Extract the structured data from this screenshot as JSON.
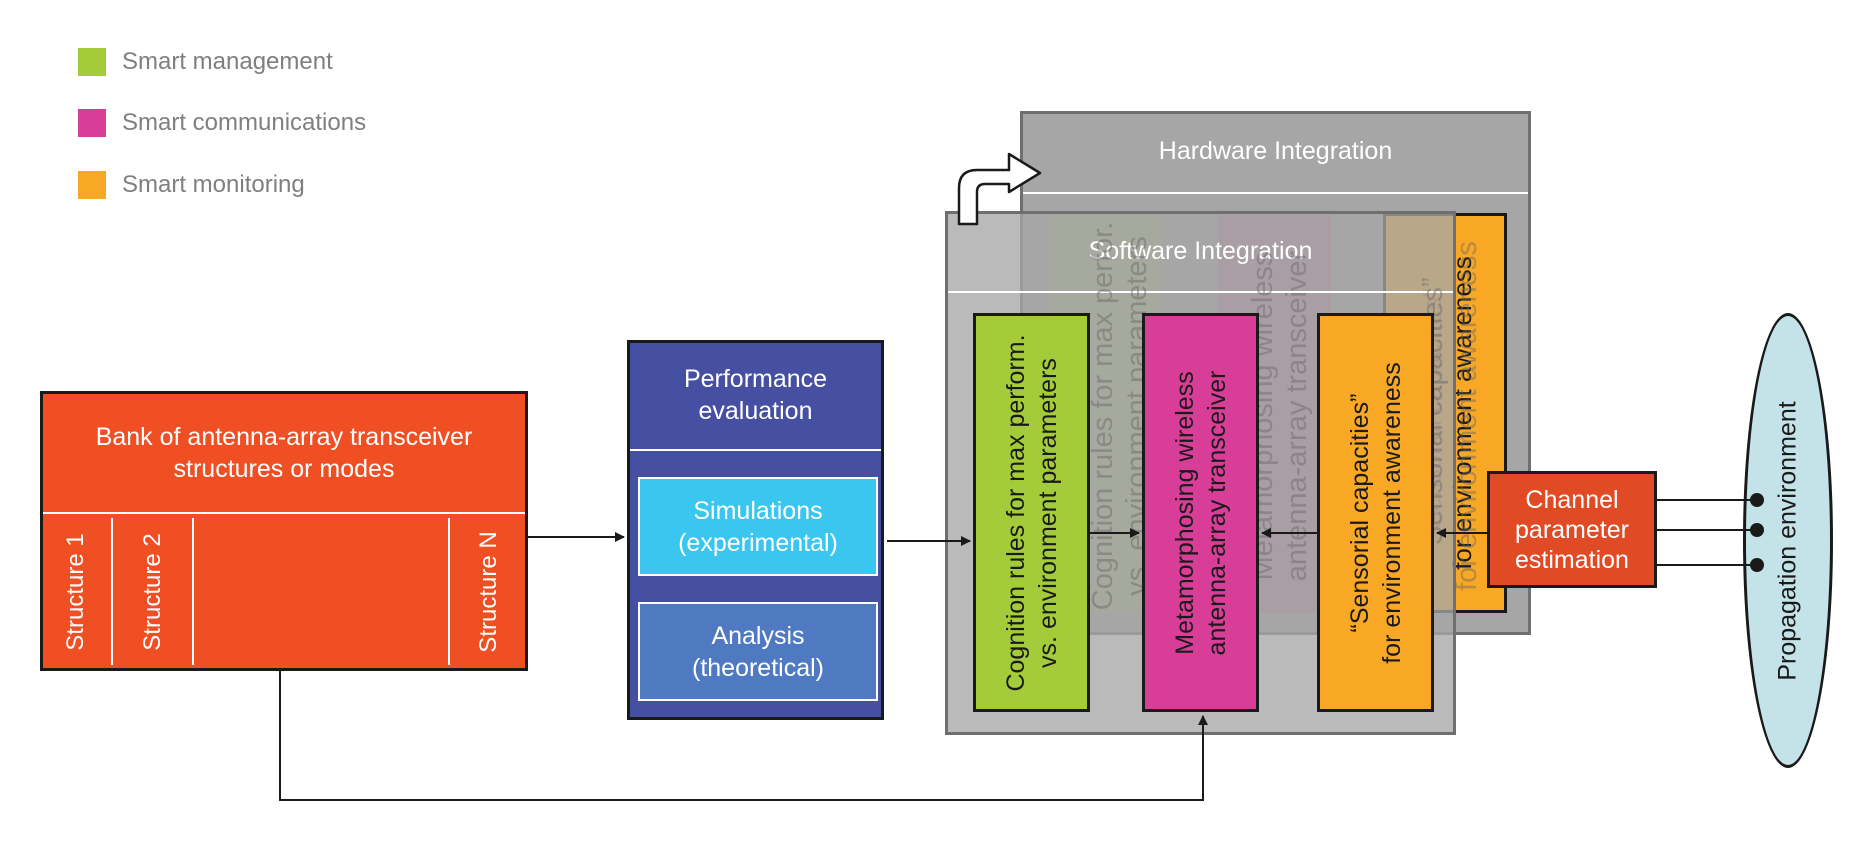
{
  "legend": [
    {
      "label": "Smart management",
      "color": "#a4cc3a"
    },
    {
      "label": "Smart communications",
      "color": "#d83d97"
    },
    {
      "label": "Smart monitoring",
      "color": "#f9a825"
    }
  ],
  "colors": {
    "bank": "#f04e23",
    "performance": "#4650a3",
    "simulations": "#3bc6f0",
    "analysis": "#4f7ac1",
    "cognition": "#a4cc3a",
    "metamorph": "#d83d97",
    "sensorial": "#f9a825",
    "channel": "#e04a25",
    "propagation": "#c3e3e8",
    "integration": "#a6a6a6"
  },
  "bank": {
    "title_line1": "Bank of antenna-array transceiver",
    "title_line2": "structures or modes",
    "structure1": "Structure 1",
    "structure2": "Structure 2",
    "structureN": "Structure N"
  },
  "performance": {
    "title_line1": "Performance",
    "title_line2": "evaluation",
    "sim_line1": "Simulations",
    "sim_line2": "(experimental)",
    "ana_line1": "Analysis",
    "ana_line2": "(theoretical)"
  },
  "hardware": {
    "title": "Hardware Integration"
  },
  "software": {
    "title": "Software Integration"
  },
  "cognition": {
    "line1": "Cognition rules for max perform.",
    "line2": "vs. environment parameters"
  },
  "metamorph": {
    "line1": "Metamorphosing wireless",
    "line2": "antenna-array transceiver"
  },
  "sensorial": {
    "line1": "“Sensorial capacities”",
    "line2": "for environment awareness"
  },
  "ghost": {
    "cognition": "Cognition rules for max perfor.\nvs. environment parameters",
    "metamorph": "Metamorphosing wireless\nantenna-array transceiver",
    "sensorial": "“Sensorial capacities”\nfor environment awareness"
  },
  "channel": {
    "line1": "Channel",
    "line2": "parameter",
    "line3": "estimation"
  },
  "propagation": {
    "label": "Propagation environment"
  }
}
